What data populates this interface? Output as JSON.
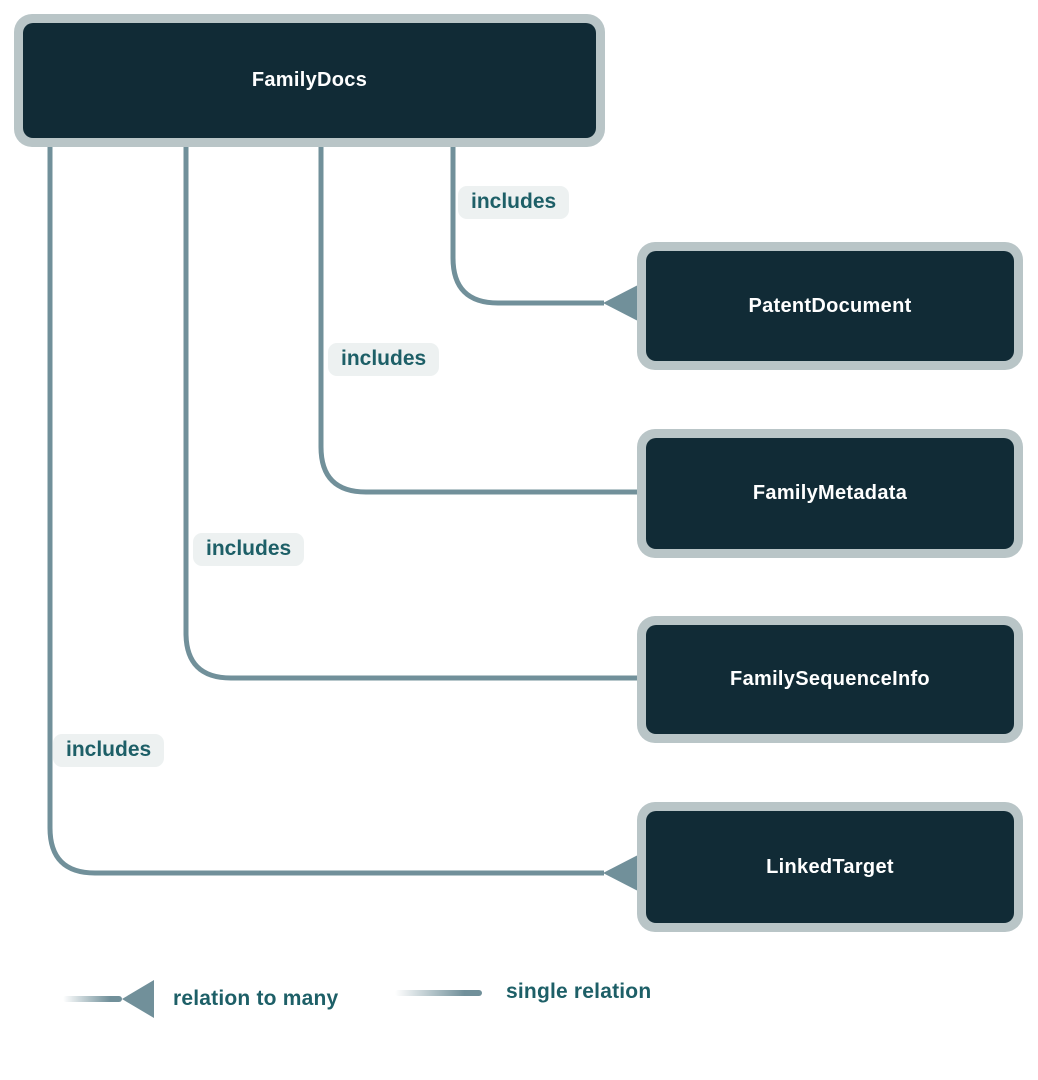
{
  "diagram": {
    "root": {
      "label": "FamilyDocs"
    },
    "entities": [
      {
        "label": "PatentDocument",
        "relation": "includes",
        "relation_type": "many"
      },
      {
        "label": "FamilyMetadata",
        "relation": "includes",
        "relation_type": "single"
      },
      {
        "label": "FamilySequenceInfo",
        "relation": "includes",
        "relation_type": "single"
      },
      {
        "label": "LinkedTarget",
        "relation": "includes",
        "relation_type": "many"
      }
    ],
    "legend": {
      "many_label": "relation to many",
      "single_label": "single relation"
    },
    "colors": {
      "box_fill": "#112b36",
      "box_border": "#b9c5c7",
      "connector": "#71909a",
      "label_text": "#1d5f67",
      "label_bg": "#edf1f1",
      "box_text": "#ffffff"
    }
  }
}
